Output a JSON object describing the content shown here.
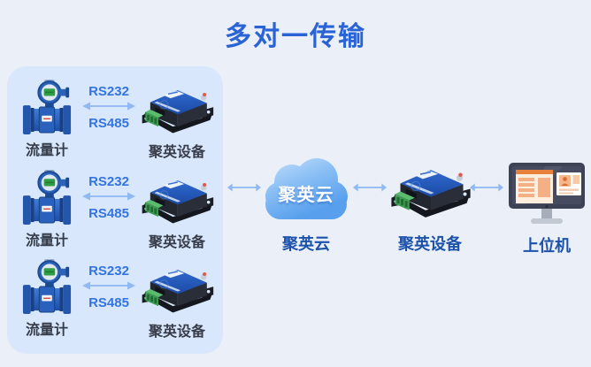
{
  "title": "多对一传输",
  "panel": {
    "rows": [
      {
        "sensor": "流量计",
        "gateway": "聚英设备",
        "protocol_top": "RS232",
        "protocol_bottom": "RS485"
      },
      {
        "sensor": "流量计",
        "gateway": "聚英设备",
        "protocol_top": "RS232",
        "protocol_bottom": "RS485"
      },
      {
        "sensor": "流量计",
        "gateway": "聚英设备",
        "protocol_top": "RS232",
        "protocol_bottom": "RS485"
      }
    ]
  },
  "cloud": {
    "badge": "聚英云",
    "caption": "聚英云"
  },
  "gateway": {
    "caption": "聚英设备"
  },
  "host": {
    "caption": "上位机"
  },
  "icons": {
    "sensor": "flow-meter-icon",
    "gateway": "gateway-device-icon",
    "cloud": "cloud-icon",
    "host": "monitor-icon",
    "link": "double-arrow-icon"
  },
  "colors": {
    "background": "#eaeff8",
    "panel_background": "#d8e7fb",
    "title_text": "#2a63d6",
    "protocol_text": "#3374e0",
    "caption_text": "#1d52ab",
    "row_label_text": "#363c49",
    "arrow": "#8fb9f3",
    "cloud_blue": "#58a0ed",
    "device_blue": "#2458b8",
    "terminal_green": "#3f9e53",
    "monitor_frame": "#3e4255",
    "screen_orange": "#e8813c"
  }
}
